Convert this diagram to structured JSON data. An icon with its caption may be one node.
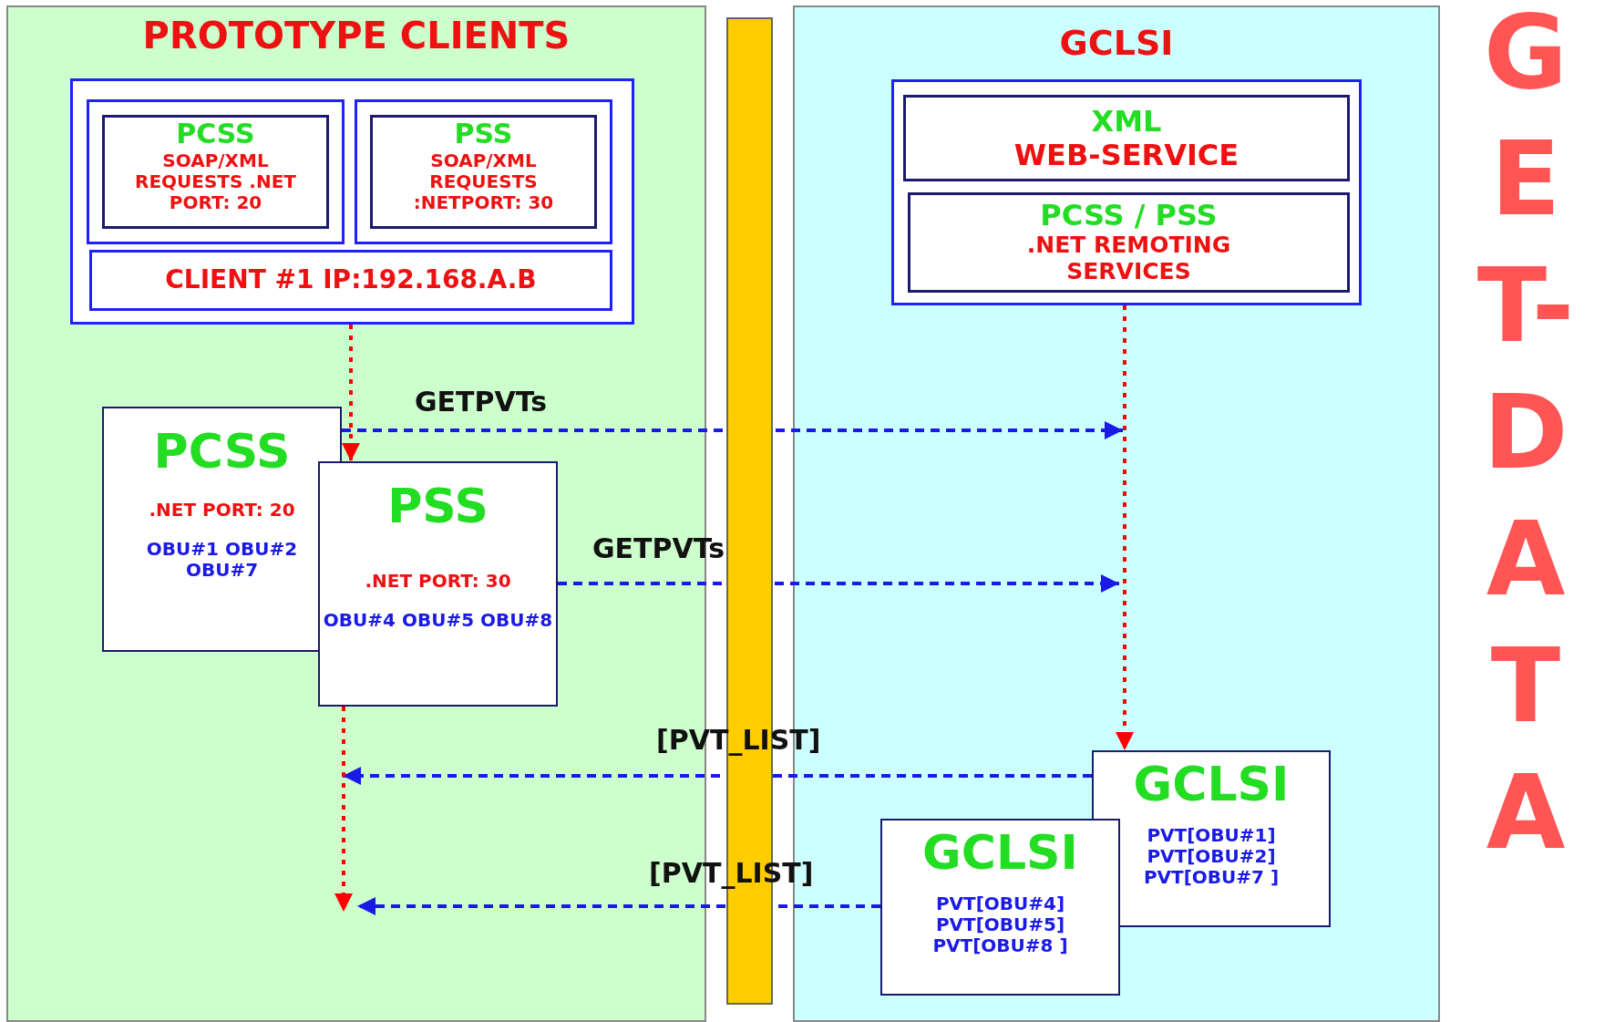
{
  "diagram": {
    "nodes": [
      {
        "text": [
          "PROTOTYPE CLIENTS"
        ]
      },
      {
        "text": [],
        "shape": "box",
        "in": 0
      },
      {
        "text": [
          "PCSS",
          "SOAP/XML REQUESTS .NET PORT: 20"
        ],
        "in": 1
      },
      {
        "text": [
          "PSS",
          "SOAP/XML REQUESTS :NETPORT: 30"
        ],
        "in": 1
      },
      {
        "text": [
          "CLIENT #1 IP:192.168.A.B"
        ],
        "in": 1
      },
      {
        "text": [
          "PCSS",
          ".NET PORT: 20",
          "OBU#1 OBU#2 OBU#7"
        ],
        "in": 0
      },
      {
        "text": [
          "PSS",
          ".NET PORT: 30",
          "OBU#4 OBU#5 OBU#8"
        ],
        "in": 0
      },
      {
        "text": [],
        "shape": "bar"
      },
      {
        "text": [
          "GCLSI"
        ]
      },
      {
        "text": [],
        "shape": "box",
        "in": 8
      },
      {
        "text": [
          "XML",
          "WEB-SERVICE"
        ],
        "in": 9
      },
      {
        "text": [
          "PCSS / PSS",
          ".NET REMOTING SERVICES"
        ],
        "in": 9
      },
      {
        "text": [
          "GCLSI",
          "PVT[OBU#1] PVT[OBU#2] PVT[OBU#7 ]"
        ],
        "in": 8
      },
      {
        "text": [
          "GCLSI",
          "PVT[OBU#4] PVT[OBU#5] PVT[OBU#8 ]"
        ],
        "in": 8
      }
    ],
    "edges": [
      {
        "from": 1,
        "to": 6,
        "arrow": "to",
        "style": "dashed",
        "color": "#ff0000"
      },
      {
        "from": 5,
        "to": null,
        "arrow": "to",
        "label": "GETPVTs",
        "style": "dashed"
      },
      {
        "from": 6,
        "to": null,
        "arrow": "to",
        "label": "GETPVTs",
        "style": "dashed"
      },
      {
        "from": 9,
        "to": 12,
        "arrow": "to",
        "style": "dashed",
        "color": "#ff0000"
      },
      {
        "from": 12,
        "to": null,
        "arrow": "to",
        "label": "[PVT_LIST]",
        "style": "dashed"
      },
      {
        "from": 13,
        "to": null,
        "arrow": "to",
        "label": "[PVT_LIST]",
        "style": "dashed"
      },
      {
        "from": 6,
        "to": null,
        "arrow": "to",
        "style": "dashed",
        "color": "#ff0000"
      }
    ],
    "labels": [
      "GET-DATA"
    ]
  }
}
